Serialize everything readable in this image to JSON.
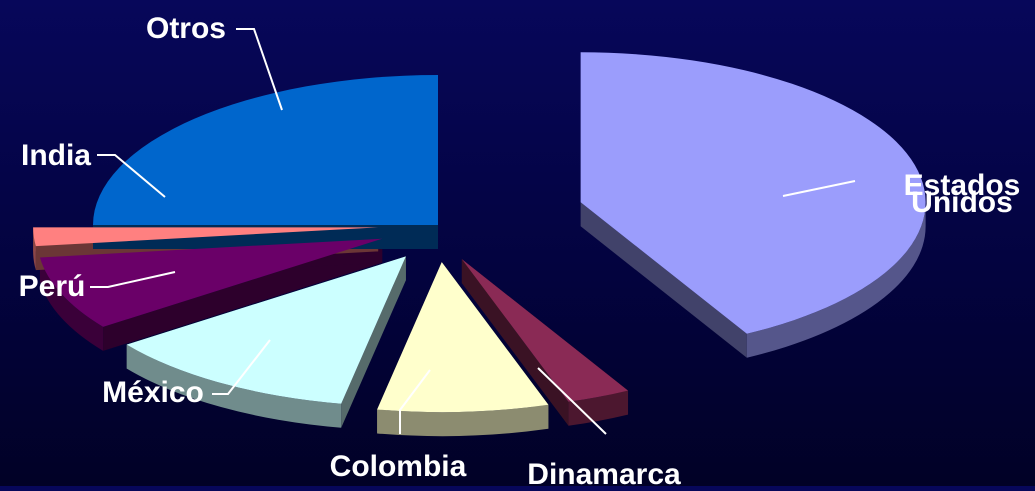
{
  "chart_data": {
    "type": "pie",
    "style": "3d-exploded",
    "title": "",
    "slices": [
      {
        "label": "Estados Unidos",
        "label_lines": [
          "Estados",
          "Unidos"
        ],
        "value": 42,
        "color": "#9b9dfc"
      },
      {
        "label": "Dinamarca",
        "label_lines": [
          "Dinamarca"
        ],
        "value": 3,
        "color": "#8a2a55"
      },
      {
        "label": "Colombia",
        "label_lines": [
          "Colombia"
        ],
        "value": 8,
        "color": "#ffffcc"
      },
      {
        "label": "México",
        "label_lines": [
          "México"
        ],
        "value": 12,
        "color": "#ccffff"
      },
      {
        "label": "Perú",
        "label_lines": [
          "Perú"
        ],
        "value": 8,
        "color": "#6a0068"
      },
      {
        "label": "India",
        "label_lines": [
          "India"
        ],
        "value": 2,
        "color": "#ff8080"
      },
      {
        "label": "Otros",
        "label_lines": [
          "Otros"
        ],
        "value": 25,
        "color": "#0066cc"
      }
    ]
  }
}
